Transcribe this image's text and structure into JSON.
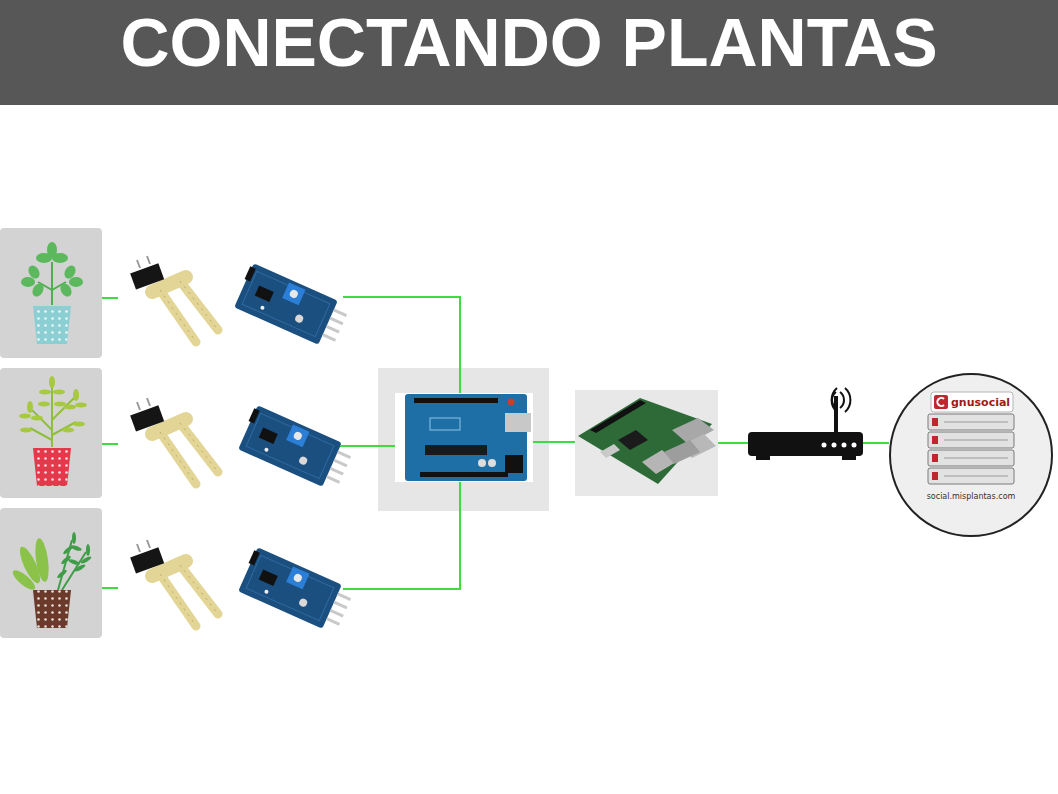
{
  "diagram": {
    "title": "CONECTANDO PLANTAS",
    "nodes": [
      {
        "text": [
          "gnusocial",
          "social.misplantas.com"
        ]
      }
    ]
  }
}
